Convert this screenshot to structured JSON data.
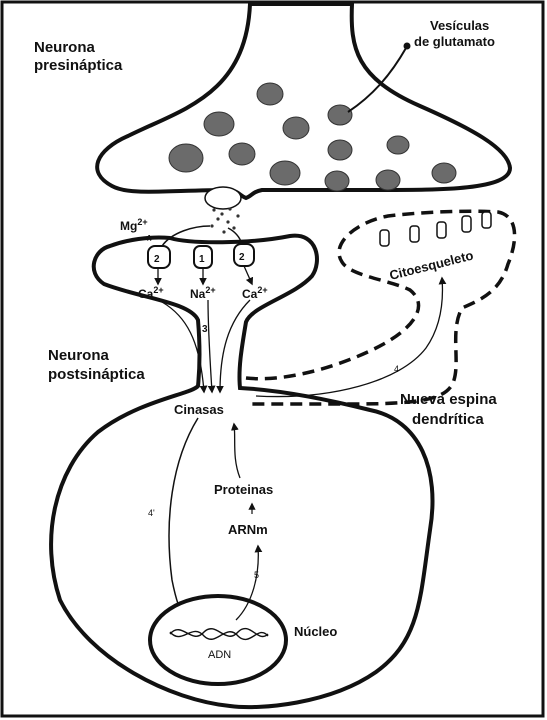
{
  "labels": {
    "presynaptic_line1": "Neurona",
    "presynaptic_line2": "presináptica",
    "vesicles_line1": "Vesículas",
    "vesicles_line2": "de glutamato",
    "postsynaptic_line1": "Neurona",
    "postsynaptic_line2": "postsináptica",
    "new_spine_line1": "Nueva espina",
    "new_spine_line2": "dendrítica",
    "cytoskeleton": "Citoesqueleto",
    "kinases": "Cinasas",
    "proteins": "Proteinas",
    "mrna": "ARNm",
    "nucleus": "Núcleo",
    "dna": "ADN"
  },
  "ions": {
    "mg_base": "Mg",
    "mg_sup": "2+",
    "ca_left_base": "Ca",
    "ca_left_sup": "2+",
    "na_base": "Na",
    "na_sup": "2+",
    "ca_right_base": "Ca",
    "ca_right_sup": "2+"
  },
  "steps": {
    "step_3": "3",
    "step_4": "4",
    "step_4_prime": "4'",
    "step_5": "5"
  },
  "channels": {
    "left": "2",
    "middle": "1",
    "right": "2"
  }
}
